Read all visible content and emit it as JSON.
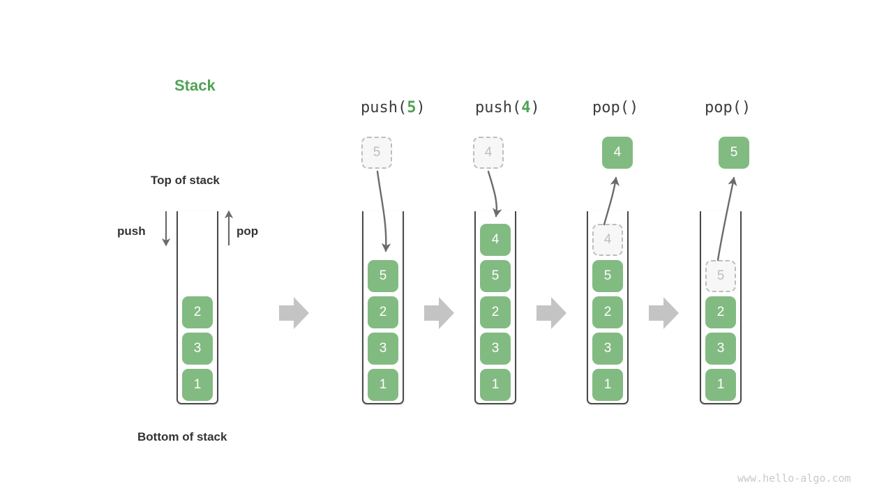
{
  "diagram": {
    "title": "Stack",
    "title_color": "#4fa254",
    "accent_green": "#82bb82",
    "ghost_color": "#bdbdbd",
    "arrow_gray": "#6b6b6b",
    "block_arrow_gray": "#c4c4c4",
    "watermark": "www.hello-algo.com"
  },
  "initial": {
    "top_label": "Top of stack",
    "bottom_label": "Bottom of stack",
    "push_label": "push",
    "pop_label": "pop",
    "cells": [
      "2",
      "3",
      "1"
    ]
  },
  "steps": [
    {
      "name": "push-5",
      "op_prefix": "push(",
      "op_arg": "5",
      "op_suffix": ")",
      "floating": {
        "value": "5",
        "style": "ghost"
      },
      "arrow_direction": "down",
      "cells": [
        {
          "value": "5",
          "style": "solid"
        },
        {
          "value": "2",
          "style": "solid"
        },
        {
          "value": "3",
          "style": "solid"
        },
        {
          "value": "1",
          "style": "solid"
        }
      ]
    },
    {
      "name": "push-4",
      "op_prefix": "push(",
      "op_arg": "4",
      "op_suffix": ")",
      "floating": {
        "value": "4",
        "style": "ghost"
      },
      "arrow_direction": "down",
      "cells": [
        {
          "value": "4",
          "style": "solid"
        },
        {
          "value": "5",
          "style": "solid"
        },
        {
          "value": "2",
          "style": "solid"
        },
        {
          "value": "3",
          "style": "solid"
        },
        {
          "value": "1",
          "style": "solid"
        }
      ]
    },
    {
      "name": "pop-1",
      "op_prefix": "pop(",
      "op_arg": "",
      "op_suffix": ")",
      "floating": {
        "value": "4",
        "style": "solid"
      },
      "arrow_direction": "up",
      "cells": [
        {
          "value": "4",
          "style": "ghost"
        },
        {
          "value": "5",
          "style": "solid"
        },
        {
          "value": "2",
          "style": "solid"
        },
        {
          "value": "3",
          "style": "solid"
        },
        {
          "value": "1",
          "style": "solid"
        }
      ]
    },
    {
      "name": "pop-2",
      "op_prefix": "pop(",
      "op_arg": "",
      "op_suffix": ")",
      "floating": {
        "value": "5",
        "style": "solid"
      },
      "arrow_direction": "up",
      "cells": [
        {
          "value": "5",
          "style": "ghost"
        },
        {
          "value": "2",
          "style": "solid"
        },
        {
          "value": "3",
          "style": "solid"
        },
        {
          "value": "1",
          "style": "solid"
        }
      ]
    }
  ]
}
